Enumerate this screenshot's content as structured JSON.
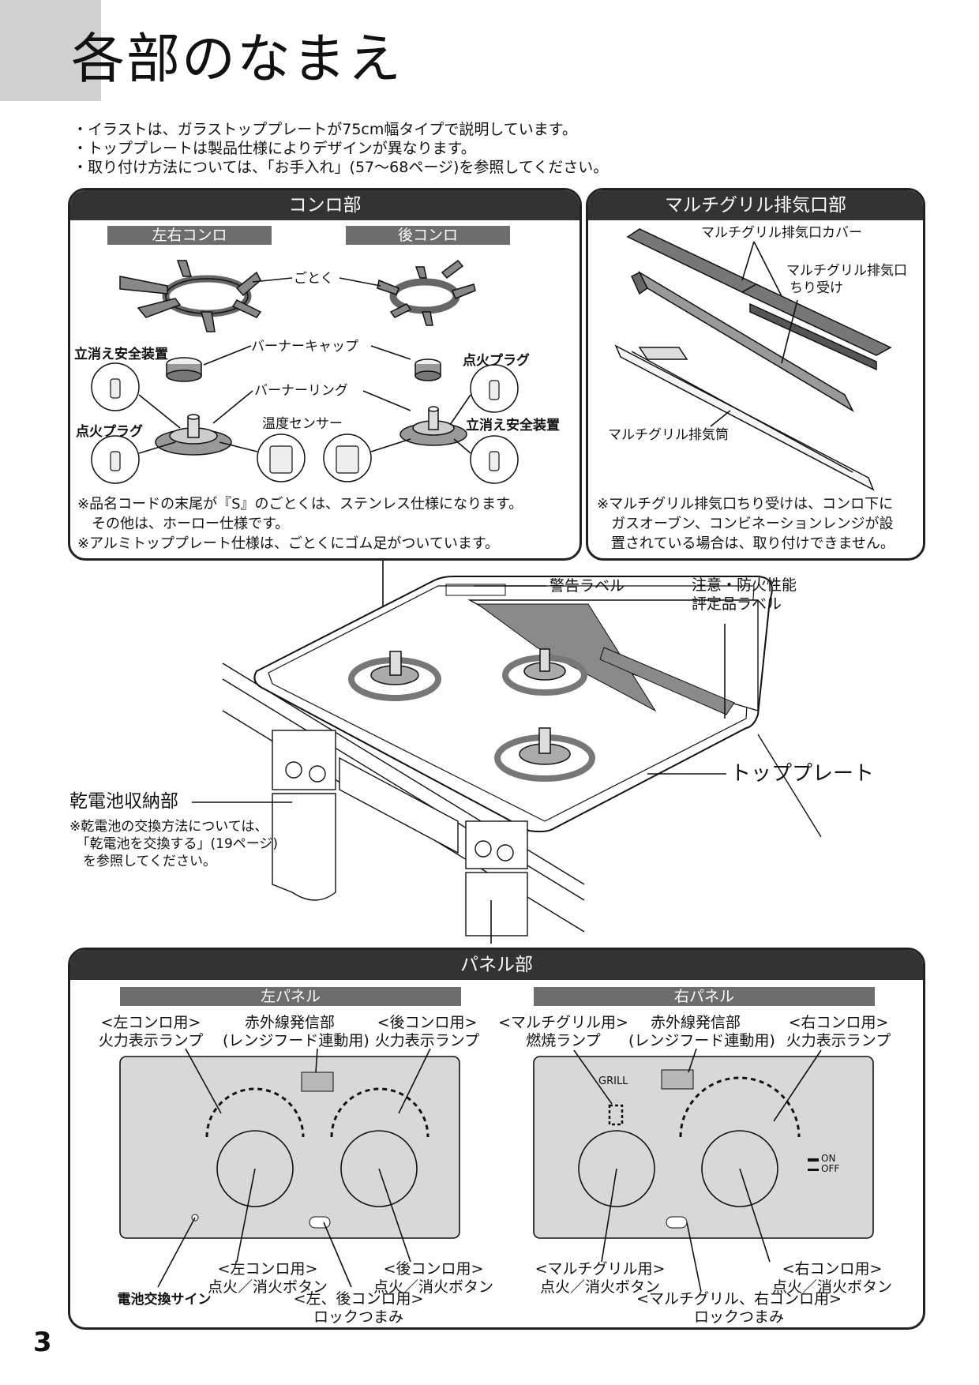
{
  "title": "各部のなまえ",
  "bullets": [
    "・イラストは、ガラストッププレートが75cm幅タイプで説明しています。",
    "・トッププレートは製品仕様によりデザインが異なります。",
    "・取り付け方法については、「お手入れ」(57〜68ページ)を参照してください。"
  ],
  "konro": {
    "header": "コンロ部",
    "sub_left": "左右コンロ",
    "sub_rear": "後コンロ",
    "labels": {
      "gotoku": "ごとく",
      "burner_cap": "バーナーキャップ",
      "burner_ring": "バーナーリング",
      "temp_sensor": "温度センサー",
      "safety_left": "立消え安全装置",
      "safety_right": "立消え安全装置",
      "ignition_left": "点火プラグ",
      "ignition_right": "点火プラグ"
    },
    "notes": [
      "※品名コードの末尾が『S』のごとくは、ステンレス仕様になります。",
      "　その他は、ホーロー仕様です。",
      "※アルミトッププレート仕様は、ごとくにゴム足がついています。"
    ]
  },
  "multigrill": {
    "header": "マルチグリル排気口部",
    "cover": "マルチグリル排気口カバー",
    "tray": [
      "マルチグリル排気口",
      "ちり受け"
    ],
    "tube": "マルチグリル排気筒",
    "notes": [
      "※マルチグリル排気口ちり受けは、コンロ下に",
      "　ガスオーブン、コンビネーションレンジが設",
      "　置されている場合は、取り付けできません。"
    ]
  },
  "main": {
    "warning_label": "警告ラベル",
    "caution_label": [
      "注意・防火性能",
      "評定品ラベル"
    ],
    "top_plate": "トッププレート",
    "battery": "乾電池収納部",
    "battery_note": [
      "※乾電池の交換方法については、",
      "　「乾電池を交換する」(19ページ)",
      "　を参照してください。"
    ]
  },
  "panel": {
    "header": "パネル部",
    "left_sub": "左パネル",
    "right_sub": "右パネル",
    "left_labels": {
      "left_lamp": [
        "<左コンロ用>",
        "火力表示ランプ"
      ],
      "ir_left": [
        "赤外線発信部",
        "(レンジフード連動用)"
      ],
      "rear_lamp": [
        "<後コンロ用>",
        "火力表示ランプ"
      ],
      "left_button": [
        "<左コンロ用>",
        "点火／消火ボタン"
      ],
      "rear_button": [
        "<後コンロ用>",
        "点火／消火ボタン"
      ],
      "battery_sign": "電池交換サイン",
      "lock_left": [
        "<左、後コンロ用>",
        "ロックつまみ"
      ]
    },
    "right_labels": {
      "grill_lamp": [
        "<マルチグリル用>",
        "燃焼ランプ"
      ],
      "ir_right": [
        "赤外線発信部",
        "(レンジフード連動用)"
      ],
      "right_lamp": [
        "<右コンロ用>",
        "火力表示ランプ"
      ],
      "grill_button": [
        "<マルチグリル用>",
        "点火／消火ボタン"
      ],
      "right_button": [
        "<右コンロ用>",
        "点火／消火ボタン"
      ],
      "lock_right": [
        "<マルチグリル、右コンロ用>",
        "ロックつまみ"
      ]
    },
    "grill_text": "GRILL",
    "on_text": "ON",
    "off_text": "OFF"
  },
  "page_number": "3"
}
